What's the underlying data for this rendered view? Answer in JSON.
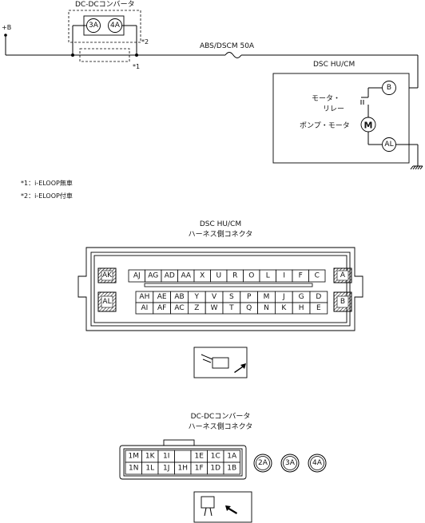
{
  "circuit": {
    "battery_label": "+B",
    "converter_title": "DC-DCコンバータ",
    "converter_pins": [
      "3A",
      "4A"
    ],
    "note_mark_1": "*1",
    "note_mark_2": "*2",
    "fuse_label": "ABS/DSCM 50A",
    "unit_title": "DSC HU/CM",
    "relay_label_1": "モータ・",
    "relay_label_2": "リレー",
    "pump_label": "ポンプ・モータ",
    "motor_symbol": "M",
    "pin_b": "B",
    "pin_al": "AL"
  },
  "notes": [
    "*1：i-ELOOP無車",
    "*2：i-ELOOP付車"
  ],
  "connector1": {
    "title_1": "DSC HU/CM",
    "title_2": "ハーネス側コネクタ",
    "left_top": "AK",
    "left_bottom": "AL",
    "right_top": "A",
    "right_bottom": "B",
    "row1": [
      "AJ",
      "AG",
      "AD",
      "AA",
      "X",
      "U",
      "R",
      "O",
      "L",
      "I",
      "F",
      "C"
    ],
    "row2": [
      "AH",
      "AE",
      "AB",
      "Y",
      "V",
      "S",
      "P",
      "M",
      "J",
      "G",
      "D"
    ],
    "row3": [
      "AI",
      "AF",
      "AC",
      "Z",
      "W",
      "T",
      "Q",
      "N",
      "K",
      "H",
      "E"
    ]
  },
  "connector2": {
    "title_1": "DC-DCコンバータ",
    "title_2": "ハーネス側コネクタ",
    "row1": [
      "1M",
      "1K",
      "1I",
      "",
      "1E",
      "1C",
      "1A"
    ],
    "row2": [
      "1N",
      "1L",
      "1J",
      "1H",
      "1F",
      "1D",
      "1B"
    ],
    "terminals": [
      "2A",
      "3A",
      "4A"
    ]
  }
}
